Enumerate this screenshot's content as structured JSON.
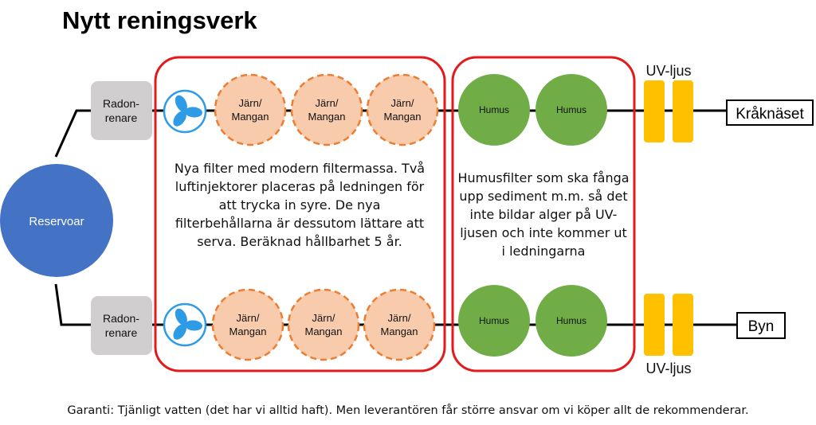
{
  "title": "Nytt reningsverk",
  "reservoir_label": "Reservoar",
  "radon_label_top": "Radon-",
  "radon_label_bottom": "renare",
  "iron_label_top": "Järn/",
  "iron_label_bottom": "Mangan",
  "humus_label": "Humus",
  "uv_label": "UV-ljus",
  "dest_top": "Kråknäset",
  "dest_bottom": "Byn",
  "iron_filter_description": "Nya filter med modern filtermassa. Två luftinjektorer placeras på ledningen för att trycka in syre. De nya filterbehållarna är dessutom lättare att serva. Beräknad hållbarhet 5 år.",
  "humus_filter_description": "Humusfilter som ska fånga upp sediment m.m. så det inte bildar alger på UV-ljusen och inte kommer ut i ledningarna",
  "footer": "Garanti: Tjänligt vatten (det har vi alltid haft). Men leverantören får större ansvar om vi köper allt de rekommenderar.",
  "colors": {
    "reservoir": "#4472c4",
    "radon": "#d0cece",
    "iron": "#f8cbad",
    "iron_border": "#ed7d31",
    "humus": "#70ad47",
    "uv": "#ffc000",
    "group_border": "#e31a1c",
    "fan": "#2e9be6"
  }
}
